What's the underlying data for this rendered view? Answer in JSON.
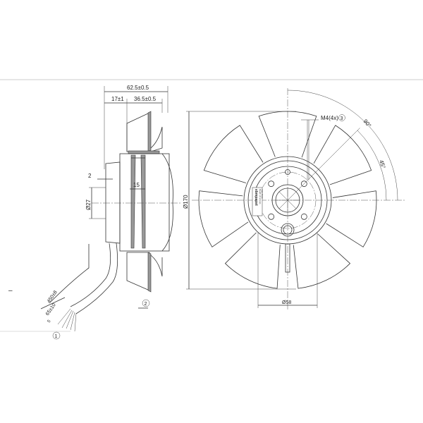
{
  "drawing": {
    "side_view": {
      "overall_length": "62.5±0.5",
      "hub_offset": "17±1",
      "blade_depth": "36.5±0.5",
      "shaft_step": "2",
      "inner_width": "15",
      "shaft_diameter": "Ø27",
      "cable_length": "450±8",
      "strip_length": "65±10",
      "end_strip": "5",
      "callout_cable": "1",
      "callout_airflow": "2"
    },
    "front_view": {
      "outer_diameter": "Ø170",
      "hub_diameter": "Ø58",
      "thread": "M4(4x)",
      "callout_thread": "3",
      "angle_outer": "90°",
      "angle_inner": "45°",
      "logo_text": "ebmpapst",
      "label_text": [
        "Depth of screws",
        "max. 5mm"
      ]
    },
    "left_marker": "–"
  }
}
